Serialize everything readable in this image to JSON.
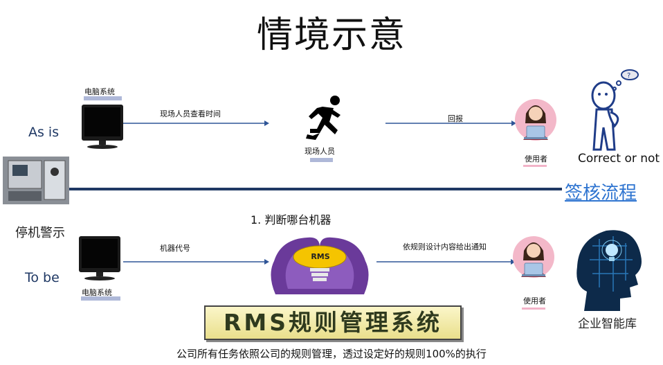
{
  "title": "情境示意",
  "as_is": {
    "label": "As is",
    "computer_label": "电脑系统",
    "arrow1_label": "现场人员查看时间",
    "worker_label": "现场人员",
    "arrow2_label": "回报",
    "user_label": "使用者",
    "thinker_label": "Correct or not"
  },
  "divider": {
    "link_text": "签核流程"
  },
  "machine_label": "停机警示",
  "to_be": {
    "label": "To be",
    "step_text": "1.  判断哪台机器",
    "computer_label": "电脑系统",
    "arrow1_label": "机器代号",
    "rms_logo_text": "RMS",
    "arrow2_label": "依规则设计内容给出通知",
    "user_label": "使用者",
    "knowledge_label": "企业智能库"
  },
  "banner_text": "RMS规则管理系统",
  "footer_text": "公司所有任务依照公司的规则管理，透过设定好的规则100%的执行",
  "colors": {
    "navy": "#1f3864",
    "arrow_blue": "#2f5597",
    "link_blue": "#2e74d0",
    "purple": "#6a3a9a",
    "pink": "#f2b3c8"
  }
}
